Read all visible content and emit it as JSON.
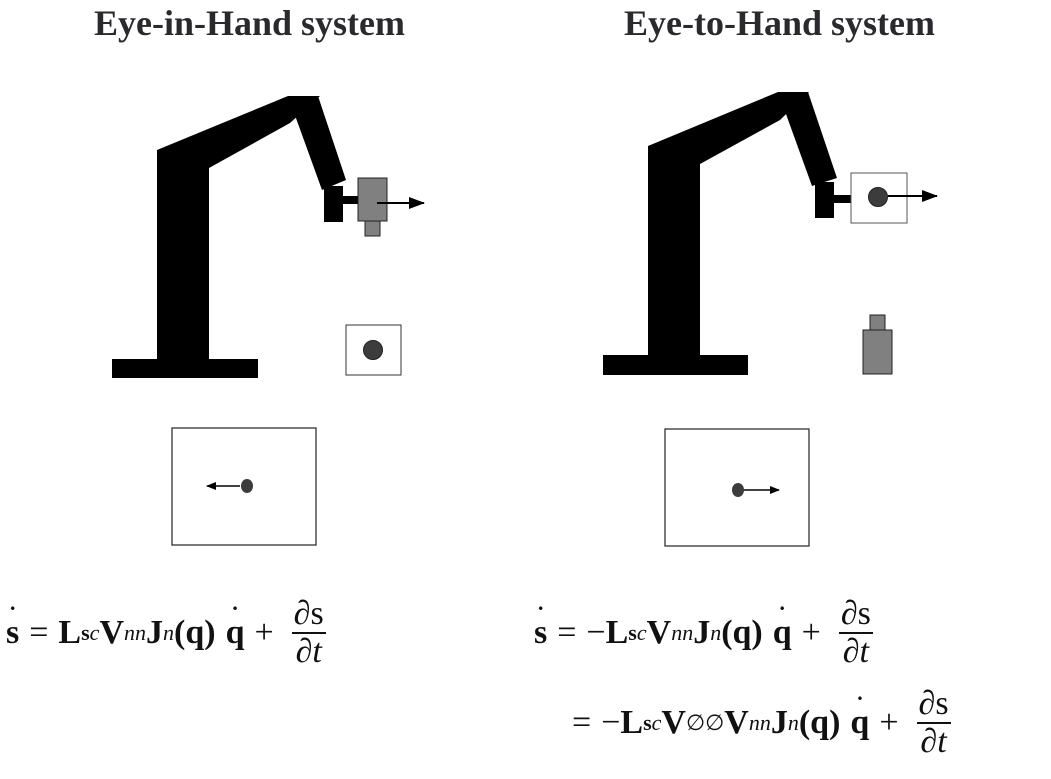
{
  "titles": {
    "left": "Eye-in-Hand system",
    "right": "Eye-to-Hand system"
  },
  "colors": {
    "robot": "#000000",
    "camera": "#808080",
    "target": "#3c3c3c",
    "frame": "#555555",
    "text": "#2a2a2e"
  },
  "panels": [
    {
      "name": "eye-in-hand",
      "camera_mount": "end-effector",
      "target_location": "workspace-floor",
      "image_motion": "left",
      "camera_motion_arrow": "right"
    },
    {
      "name": "eye-to-hand",
      "camera_mount": "fixed-floor",
      "target_location": "end-effector",
      "image_motion": "right",
      "target_motion_arrow": "right"
    }
  ],
  "equations": {
    "left": {
      "lhs": "s",
      "eq": "=",
      "sign": "",
      "L": "L",
      "L_sub": "s",
      "cV_sup": "c",
      "V": "V",
      "V_sub": "n",
      "nJ_sup": "n",
      "J": "J",
      "J_sub": "n",
      "q_arg": "(q)",
      "qdot": "q",
      "plus": "+",
      "frac_num": "∂s",
      "frac_den": "∂t"
    },
    "right_line1": {
      "lhs": "s",
      "eq": "=",
      "sign": "−",
      "L": "L",
      "L_sub": "s",
      "cV_sup": "c",
      "V": "V",
      "V_sub": "n",
      "nJ_sup": "n",
      "J": "J",
      "J_sub": "n",
      "q_arg": "(q)",
      "qdot": "q",
      "plus": "+",
      "frac_num": "∂s",
      "frac_den": "∂t"
    },
    "right_line2": {
      "eq": "=",
      "sign": "−",
      "L": "L",
      "L_sub": "s",
      "cV_sup": "c",
      "V1": "V",
      "V1_sub": "∅",
      "V2_sup": "∅",
      "V2": "V",
      "V2_sub": "n",
      "nJ_sup": "n",
      "J": "J",
      "J_sub": "n",
      "q_arg": "(q)",
      "qdot": "q",
      "plus": "+",
      "frac_num": "∂s",
      "frac_den": "∂t"
    }
  }
}
